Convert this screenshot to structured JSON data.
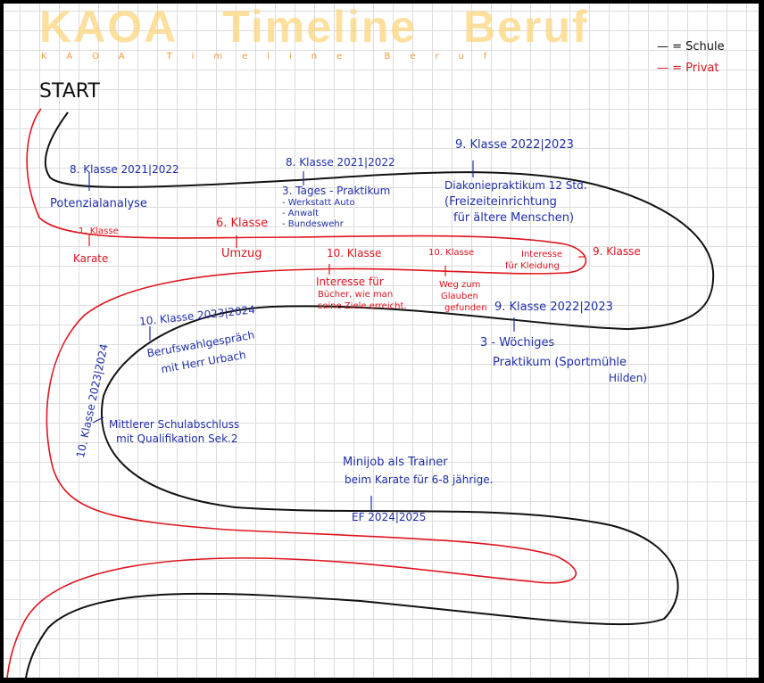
{
  "title": "KAOA Timeline Beruf",
  "legend": {
    "school": "— = Schule",
    "private": "— = Privat"
  },
  "start_label": "START",
  "colors": {
    "school_line": "#111111",
    "private_line": "#e0141e",
    "school_text": "#1f2fa8",
    "private_text": "#e0141e",
    "title": "#fdd57e"
  },
  "school_events": [
    {
      "label": "8. Klasse 2021|2022",
      "text": "Potenzialanalyse"
    },
    {
      "label": "8. Klasse 2021|2022",
      "text": "3. Tages - Praktikum",
      "items": [
        "- Werkstatt Auto",
        "- Anwalt",
        "- Bundeswehr"
      ]
    },
    {
      "label": "9. Klasse 2022|2023",
      "text": [
        "Diakoniepraktikum 12 Std.",
        "(Freizeiteinrichtung",
        "für ältere Menschen)"
      ]
    },
    {
      "label": "9. Klasse 2022|2023",
      "text": [
        "3 - Wöchiges",
        "Praktikum (Sportmühle",
        "Hilden)"
      ]
    },
    {
      "label": "10. Klasse 2023|2024",
      "text": [
        "Berufswahlgespräch",
        "mit Herr Urbach"
      ]
    },
    {
      "label": "10. Klasse 2023|2024",
      "text": [
        "Mittlerer Schulabschluss",
        "mit Qualifikation Sek.2"
      ]
    },
    {
      "label": "EF 2024|2025",
      "text": [
        "Minijob als Trainer",
        "beim Karate für 6-8 jährige."
      ]
    }
  ],
  "private_events": [
    {
      "label": "1. Klasse",
      "text": "Karate"
    },
    {
      "label": "6. Klasse",
      "text": "Umzug"
    },
    {
      "label": "10. Klasse",
      "text": [
        "Interesse für",
        "Bücher, wie man",
        "seine Ziele erreicht."
      ]
    },
    {
      "label": "10. Klasse",
      "text": [
        "Weg zum",
        "Glauben",
        "gefunden"
      ]
    },
    {
      "label": "9. Klasse",
      "text": [
        "Interesse",
        "für Kleidung"
      ]
    }
  ]
}
